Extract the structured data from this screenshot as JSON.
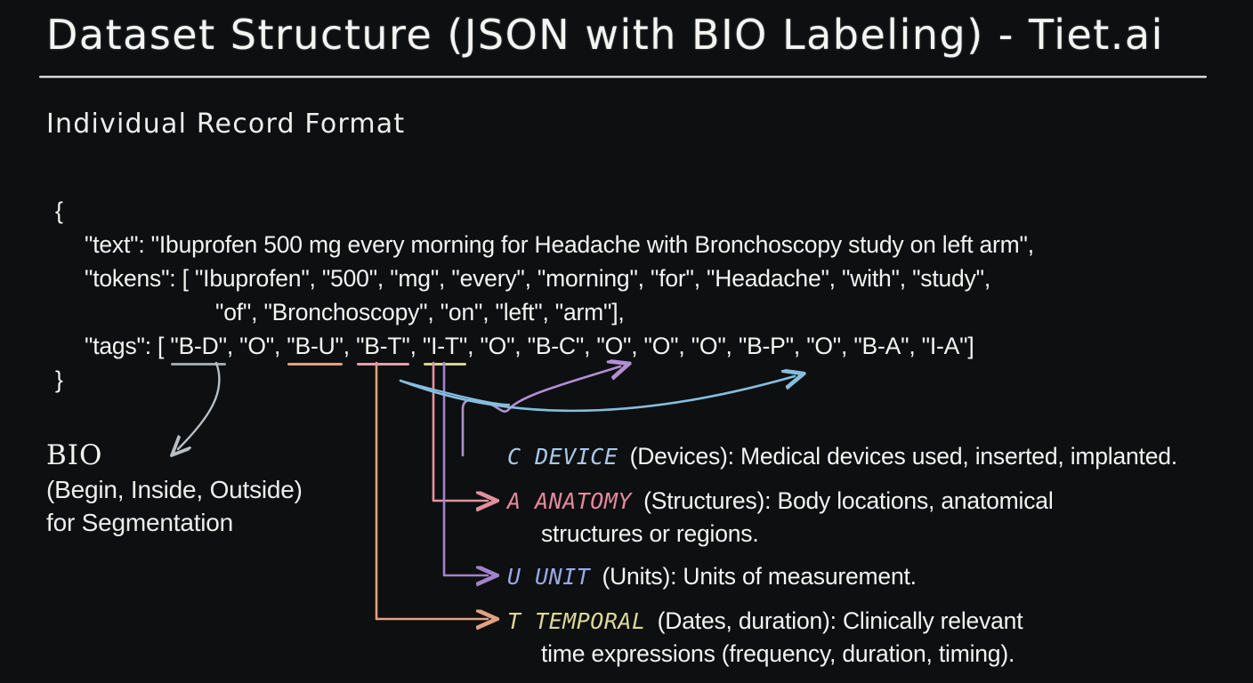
{
  "header": {
    "title": "Dataset Structure (JSON with BIO Labeling) - Tiet.ai",
    "subtitle": "Individual Record Format"
  },
  "json_record": {
    "open_brace": "{",
    "close_brace": "}",
    "line_text_key": "\"text\": ",
    "line_text_value": "\"Ibuprofen 500 mg every morning for Headache with Bronchoscopy study on left arm\",",
    "line_tokens_key": "\"tokens\": [ ",
    "line_tokens_part1": "\"Ibuprofen\", \"500\", \"mg\", \"every\", \"morning\", \"for\", \"Headache\", \"with\", \"study\",",
    "line_tokens_part2": "\"of\", \"Bronchoscopy\", \"on\", \"left\", \"arm\"],",
    "line_tags_key": "\"tags\": [ ",
    "tags": [
      {
        "label": "\"B-D\"",
        "underline": "#9aa8b0"
      },
      {
        "label": "\"O\"",
        "underline": null
      },
      {
        "label": "\"B-U\"",
        "underline": "#e0a183"
      },
      {
        "label": "\"B-T\"",
        "underline": "#e2a0ae"
      },
      {
        "label": "\"I-T\"",
        "underline": "#d9d396"
      },
      {
        "label": "\"O\"",
        "underline": null
      },
      {
        "label": "\"B-C\"",
        "underline": null
      },
      {
        "label": "\"O\"",
        "underline": null
      },
      {
        "label": "\"O\"",
        "underline": null
      },
      {
        "label": "\"O\"",
        "underline": null
      },
      {
        "label": "\"B-P\"",
        "underline": null
      },
      {
        "label": "\"O\"",
        "underline": null
      },
      {
        "label": "\"B-A\"",
        "underline": null
      },
      {
        "label": "\"I-A\"",
        "underline": null
      }
    ],
    "tags_close": "]"
  },
  "bio_legend": {
    "word": "BIO",
    "line2": "(Begin, Inside, Outside)",
    "line3": "for Segmentation"
  },
  "legend_rows": [
    {
      "code": "C DEVICE",
      "code_color": "#a9c8e8",
      "arrow_color": "#b18fd4",
      "text": " (Devices): Medical devices used, inserted, implanted.",
      "cont": ""
    },
    {
      "code": "A ANATOMY",
      "code_color": "#e5899b",
      "arrow_color": "#e2909e",
      "text": " (Structures): Body locations, anatomical",
      "cont": "structures or regions."
    },
    {
      "code": "U UNIT",
      "code_color": "#9aa9e8",
      "arrow_color": "#a382cc",
      "text": " (Units): Units of measurement.",
      "cont": ""
    },
    {
      "code": "T TEMPORAL",
      "code_color": "#ddd79b",
      "arrow_color": "#e0a183",
      "text": " (Dates, duration): Clinically relevant",
      "cont": "time expressions (frequency, duration, timing)."
    }
  ],
  "colors": {
    "background": "#0d0f11",
    "text": "#f3f3f1",
    "rule": "#ffffff",
    "wire_gray": "#b8bfc4",
    "wire_salmon": "#e0a183",
    "wire_pink": "#e2909e",
    "wire_purple": "#a382cc",
    "wire_violet": "#b18fd4",
    "wire_blue": "#86bede"
  }
}
